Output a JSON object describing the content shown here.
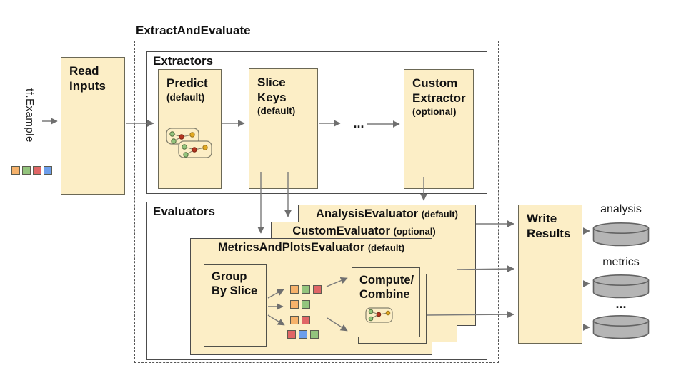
{
  "input": {
    "label": "tf.Example",
    "squares": [
      "orange",
      "green",
      "red",
      "blue"
    ]
  },
  "read_inputs": {
    "title": "Read\nInputs"
  },
  "pipeline": {
    "title": "ExtractAndEvaluate"
  },
  "extractors": {
    "label": "Extractors",
    "predict": {
      "title": "Predict",
      "subtitle": "(default)"
    },
    "slice_keys": {
      "title": "Slice\nKeys",
      "subtitle": "(default)"
    },
    "custom_extractor": {
      "title": "Custom\nExtractor",
      "subtitle": "(optional)"
    },
    "ellipsis": "..."
  },
  "evaluators": {
    "label": "Evaluators",
    "analysis_evaluator": {
      "title": "AnalysisEvaluator",
      "qualifier": "(default)"
    },
    "custom_evaluator": {
      "title": "CustomEvaluator",
      "qualifier": "(optional)"
    },
    "metrics_and_plots_evaluator": {
      "title": "MetricsAndPlotsEvaluator",
      "qualifier": "(default)"
    },
    "group_by_slice": {
      "title": "Group\nBy Slice"
    },
    "compute_combine": {
      "title": "Compute/\nCombine"
    },
    "slice_rows": [
      [
        "orange",
        "green",
        "red"
      ],
      [
        "orange",
        "green"
      ],
      [
        "orange",
        "red"
      ],
      [
        "red",
        "blue",
        "green"
      ]
    ]
  },
  "write_results": {
    "title": "Write\nResults"
  },
  "outputs": [
    {
      "label": "analysis"
    },
    {
      "label": "metrics"
    },
    {
      "label": "..."
    }
  ],
  "colors": {
    "orange": "#f6b26b",
    "green": "#93c47d",
    "red": "#e06666",
    "blue": "#6d9eeb",
    "square_border": "#5c5c50",
    "box_fill": "#fceec6",
    "arrow": "#6f6f6f",
    "cylinder_fill": "#b5b5b5"
  }
}
